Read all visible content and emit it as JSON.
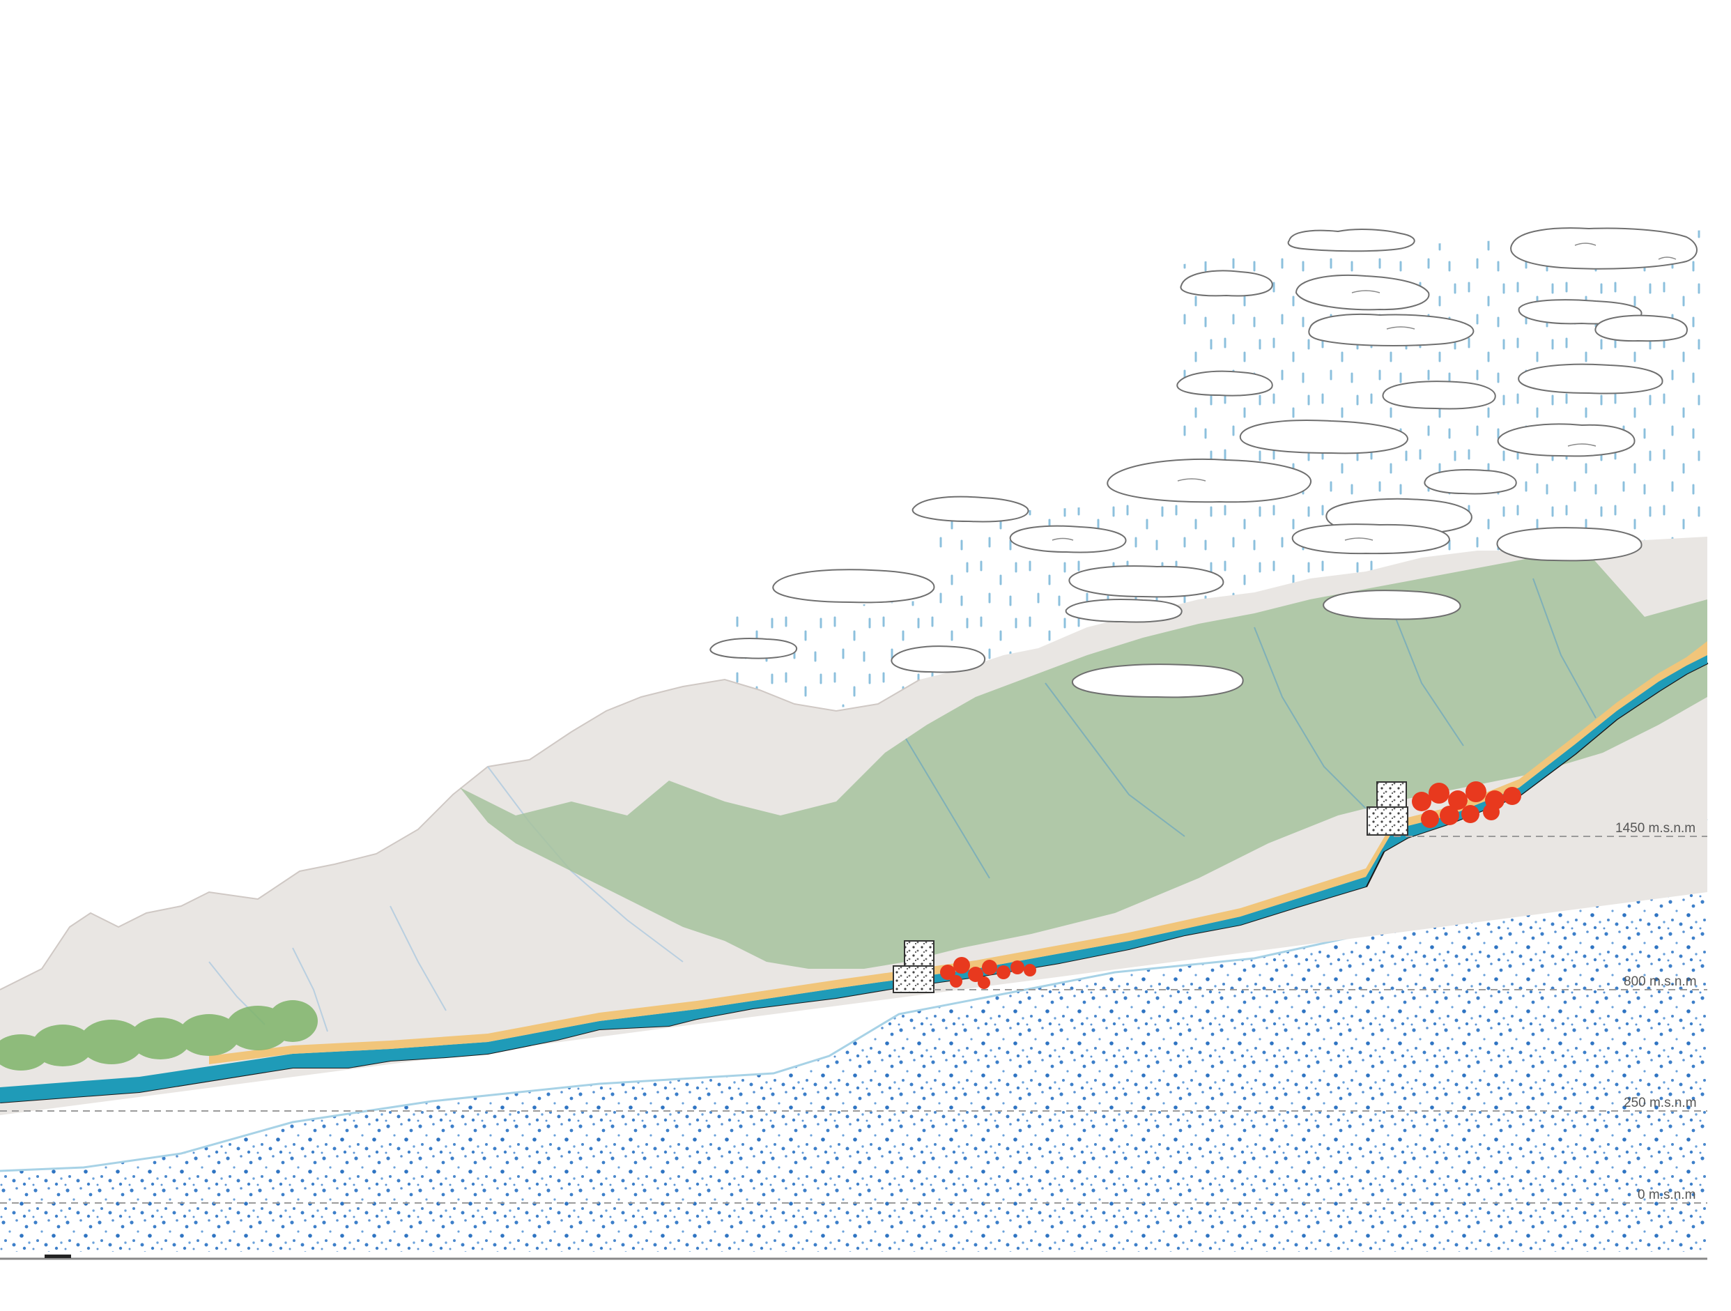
{
  "figure": {
    "levels": [
      {
        "id": "lvl-1450",
        "text": "1450 m.s.n.m"
      },
      {
        "id": "lvl-800",
        "text": "800 m.s.n.m"
      },
      {
        "id": "lvl-250",
        "text": "250 m.s.n.m"
      },
      {
        "id": "lvl-0",
        "text": "0 m.s.n.m"
      }
    ],
    "colors": {
      "background": "#ffffff",
      "groundwater_dots": "#3d7fc9",
      "aquifer_line": "#a7d2e6",
      "soil": "#f1c57a",
      "water_layer": "#1f9bb8",
      "bedrock": "#1a1a1a",
      "forest": "#a6c29e",
      "snow_mountain": "#e9e6e3",
      "orchard_red": "#e8391e",
      "rain": "#8cc0dd",
      "shrubs": "#7fb46a"
    }
  }
}
